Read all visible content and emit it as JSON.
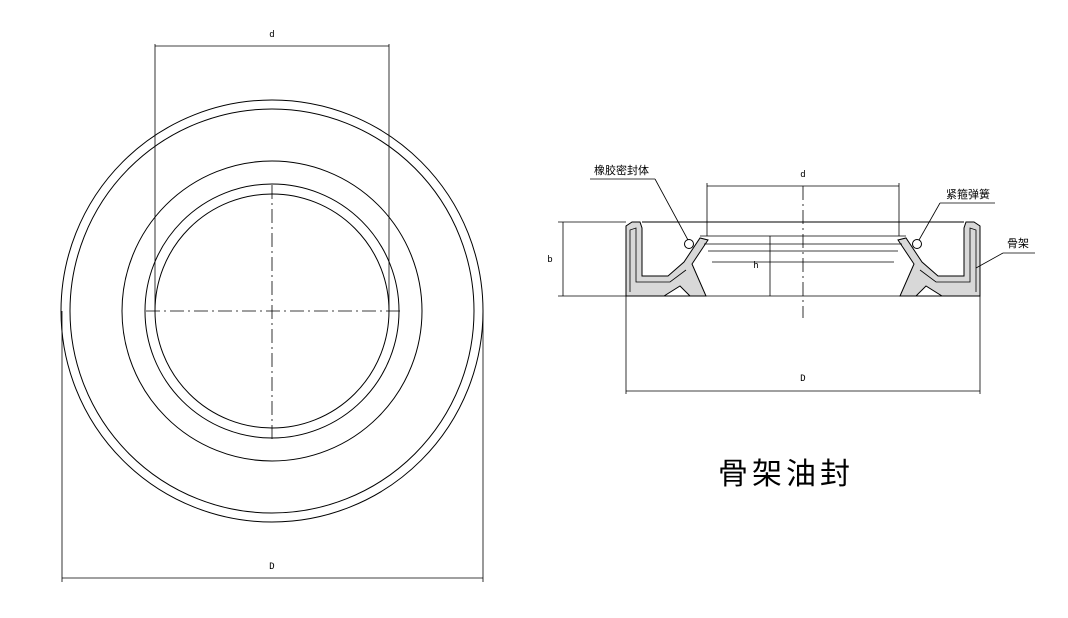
{
  "front_view": {
    "dim_inner_label": "d",
    "dim_outer_label": "D"
  },
  "section_view": {
    "dim_inner_label": "d",
    "dim_outer_label": "D",
    "dim_height_label": "b",
    "inner_mark_label": "h",
    "callouts": {
      "rubber_body": "橡胶密封体",
      "spring": "紧箍弹簧",
      "skeleton": "骨架"
    }
  },
  "title": "骨架油封"
}
